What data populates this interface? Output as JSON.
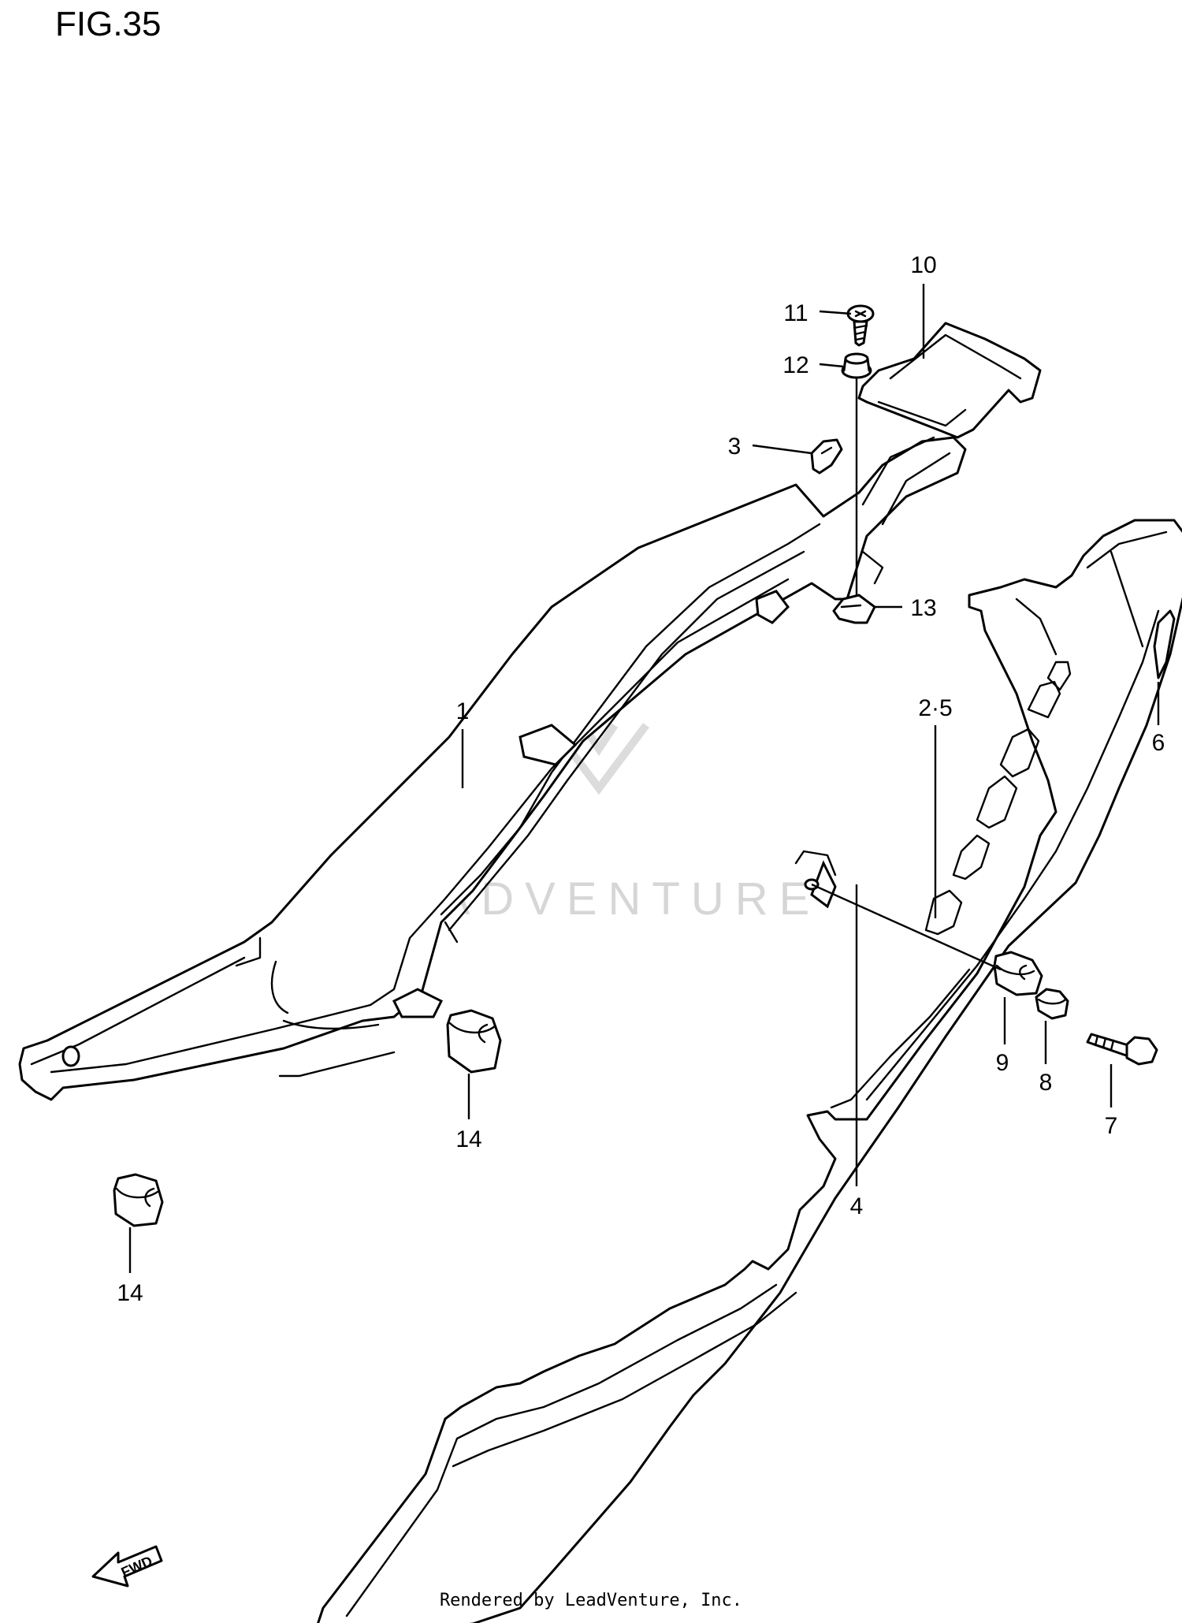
{
  "figure": {
    "title": "FIG.35"
  },
  "footer": {
    "text": "Rendered by LeadVenture, Inc."
  },
  "watermark": {
    "text": "LEADVENTURE"
  },
  "fwd_label": "FWD",
  "callouts": {
    "c1": "1",
    "c25": "2·5",
    "c3": "3",
    "c4": "4",
    "c6": "6",
    "c7": "7",
    "c8": "8",
    "c9": "9",
    "c10": "10",
    "c11": "11",
    "c12": "12",
    "c13": "13",
    "c14a": "14",
    "c14b": "14"
  },
  "icons": {
    "fwd_arrow": "fwd-arrow-icon"
  }
}
